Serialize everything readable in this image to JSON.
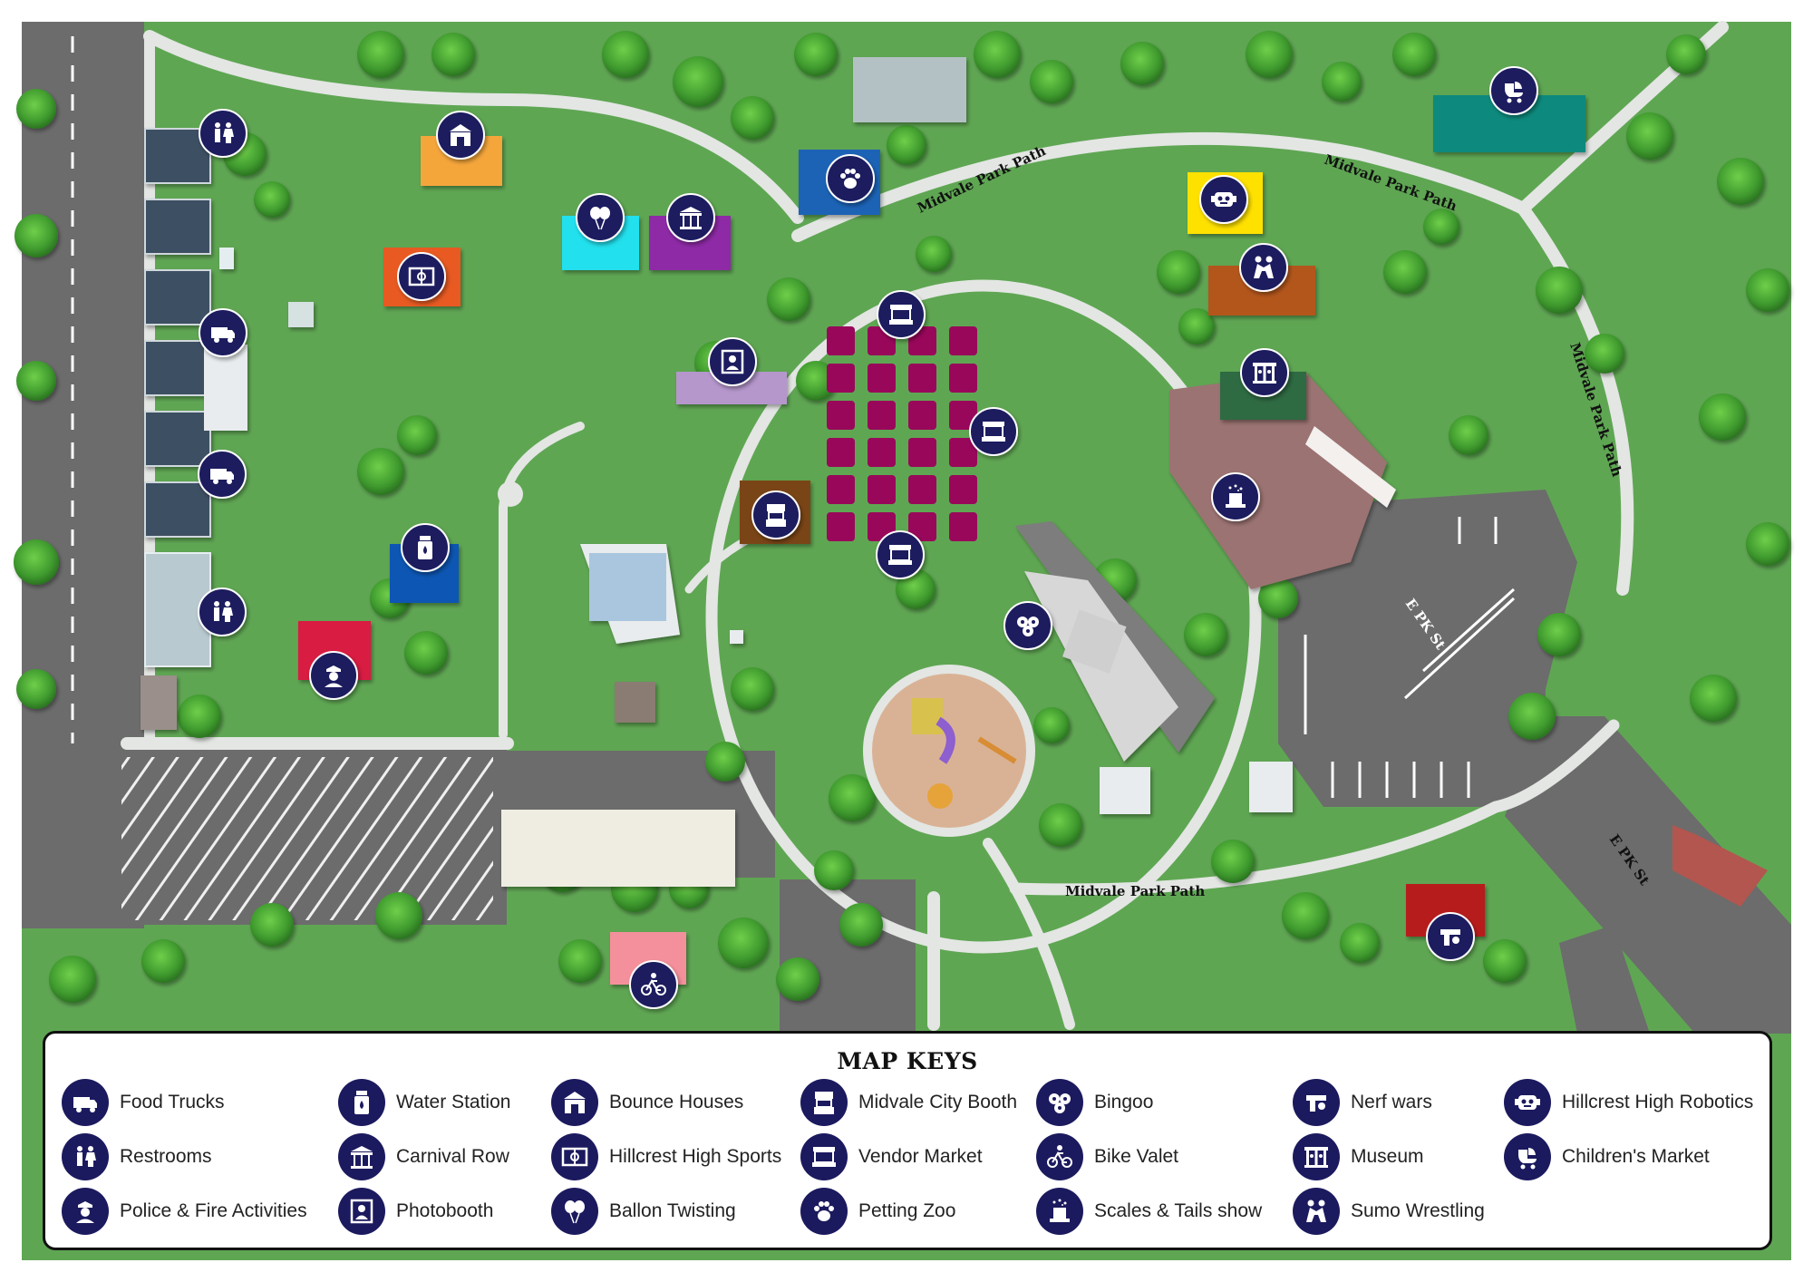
{
  "colors": {
    "grass": "#5fa653",
    "path": "#e3e6e3",
    "asphalt": "#6c6c6c",
    "parking_lines": "#ffffff",
    "icon_bg": "#1c1a5e",
    "seating": "#99075a"
  },
  "map": {
    "path_labels": [
      "Midvale Park Path",
      "Midvale Park Path",
      "Midvale Park Path",
      "Midvale Park Path"
    ],
    "street_labels": [
      "E PK St",
      "E PK St"
    ]
  },
  "markers": [
    {
      "icon": "food-truck-icon",
      "key": "Food Trucks"
    },
    {
      "icon": "food-truck-icon",
      "key": "Food Trucks"
    },
    {
      "icon": "restroom-icon",
      "key": "Restrooms"
    },
    {
      "icon": "restroom-icon",
      "key": "Restrooms"
    },
    {
      "icon": "police-icon",
      "key": "Police & Fire Activities"
    },
    {
      "icon": "water-station-icon",
      "key": "Water Station"
    },
    {
      "icon": "bounce-house-icon",
      "key": "Bounce Houses"
    },
    {
      "icon": "sports-field-icon",
      "key": "Hillcrest High Sports"
    },
    {
      "icon": "balloon-icon",
      "key": "Ballon Twisting"
    },
    {
      "icon": "carousel-icon",
      "key": "Carnival Row"
    },
    {
      "icon": "paw-icon",
      "key": "Petting Zoo"
    },
    {
      "icon": "photobooth-icon",
      "key": "Photobooth"
    },
    {
      "icon": "vendor-icon",
      "key": "Vendor Market"
    },
    {
      "icon": "vendor-icon",
      "key": "Vendor Market"
    },
    {
      "icon": "vendor-icon",
      "key": "Vendor Market"
    },
    {
      "icon": "city-booth-icon",
      "key": "Midvale City Booth"
    },
    {
      "icon": "bingo-icon",
      "key": "Bingoo"
    },
    {
      "icon": "robot-icon",
      "key": "Hillcrest High Robotics"
    },
    {
      "icon": "wrestling-icon",
      "key": "Sumo Wrestling"
    },
    {
      "icon": "museum-icon",
      "key": "Museum"
    },
    {
      "icon": "magic-hat-icon",
      "key": "Scales & Tails show"
    },
    {
      "icon": "stroller-icon",
      "key": "Children's Market"
    },
    {
      "icon": "bike-icon",
      "key": "Bike Valet"
    },
    {
      "icon": "nerf-icon",
      "key": "Nerf wars"
    }
  ],
  "legend": {
    "title": "MAP KEYS",
    "items": [
      {
        "icon": "food-truck-icon",
        "label": "Food Trucks"
      },
      {
        "icon": "restroom-icon",
        "label": "Restrooms"
      },
      {
        "icon": "police-icon",
        "label": "Police & Fire Activities"
      },
      {
        "icon": "water-station-icon",
        "label": "Water Station"
      },
      {
        "icon": "carousel-icon",
        "label": "Carnival Row"
      },
      {
        "icon": "photobooth-icon",
        "label": "Photobooth"
      },
      {
        "icon": "bounce-house-icon",
        "label": "Bounce Houses"
      },
      {
        "icon": "sports-field-icon",
        "label": "Hillcrest High Sports"
      },
      {
        "icon": "balloon-icon",
        "label": "Ballon Twisting"
      },
      {
        "icon": "city-booth-icon",
        "label": "Midvale City Booth"
      },
      {
        "icon": "vendor-icon",
        "label": "Vendor Market"
      },
      {
        "icon": "paw-icon",
        "label": "Petting Zoo"
      },
      {
        "icon": "bingo-icon",
        "label": "Bingoo"
      },
      {
        "icon": "bike-icon",
        "label": "Bike Valet"
      },
      {
        "icon": "magic-hat-icon",
        "label": "Scales & Tails show"
      },
      {
        "icon": "nerf-icon",
        "label": "Nerf wars"
      },
      {
        "icon": "museum-icon",
        "label": "Museum"
      },
      {
        "icon": "wrestling-icon",
        "label": "Sumo Wrestling"
      },
      {
        "icon": "robot-icon",
        "label": "Hillcrest High Robotics"
      },
      {
        "icon": "stroller-icon",
        "label": "Children's Market"
      }
    ]
  }
}
